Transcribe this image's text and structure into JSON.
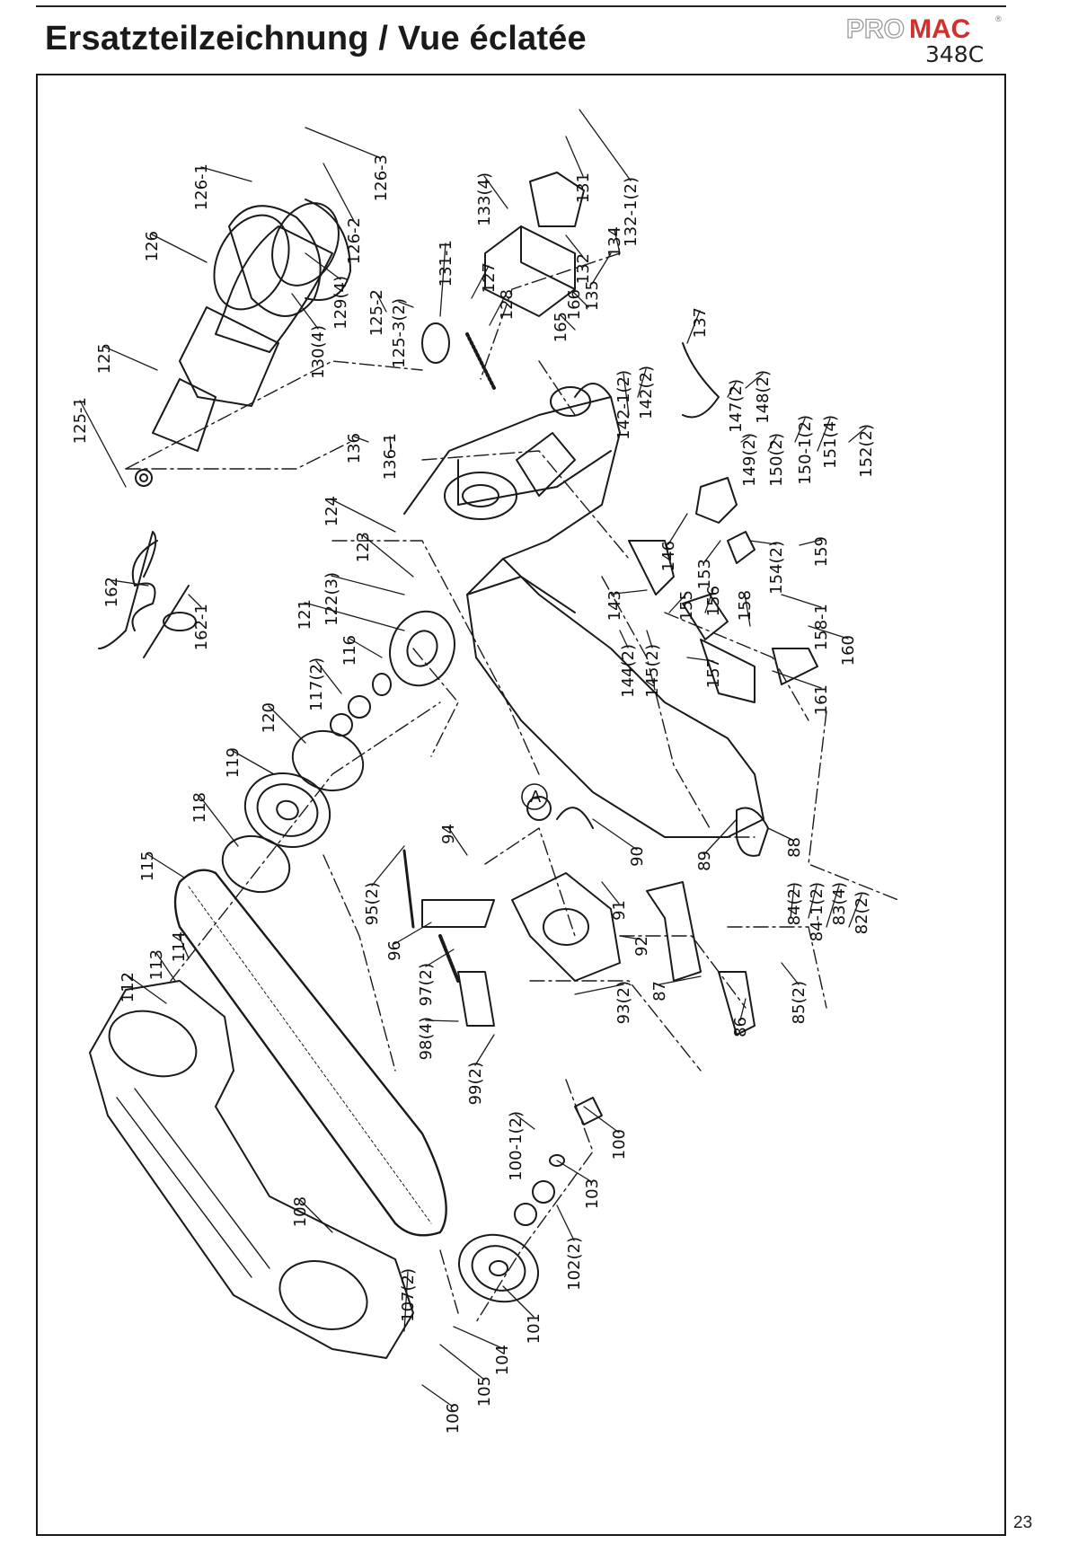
{
  "page": {
    "title": "Ersatzteilzeichnung / Vue éclatée",
    "brand": {
      "part1": "PRO",
      "part2": "MAC",
      "registered": "®",
      "color_accent": "#d0312d"
    },
    "model": "348C",
    "page_number": "23"
  },
  "parts": [
    {
      "id": "125-1",
      "label": "125-1"
    },
    {
      "id": "125",
      "label": "125"
    },
    {
      "id": "126",
      "label": "126"
    },
    {
      "id": "126-1",
      "label": "126-1"
    },
    {
      "id": "126-2",
      "label": "126-2"
    },
    {
      "id": "126-3",
      "label": "126-3"
    },
    {
      "id": "129",
      "label": "129(4)"
    },
    {
      "id": "130",
      "label": "130(4)"
    },
    {
      "id": "125-2",
      "label": "125-2"
    },
    {
      "id": "125-3",
      "label": "125-3(2)"
    },
    {
      "id": "131-1",
      "label": "131-1"
    },
    {
      "id": "127",
      "label": "127"
    },
    {
      "id": "128",
      "label": "128"
    },
    {
      "id": "133",
      "label": "133(4)"
    },
    {
      "id": "131",
      "label": "131"
    },
    {
      "id": "132-1",
      "label": "132-1(2)"
    },
    {
      "id": "132",
      "label": "132"
    },
    {
      "id": "134",
      "label": "134"
    },
    {
      "id": "135",
      "label": "135"
    },
    {
      "id": "166",
      "label": "166"
    },
    {
      "id": "165",
      "label": "165"
    },
    {
      "id": "142-1",
      "label": "142-1(2)"
    },
    {
      "id": "142",
      "label": "142(2)"
    },
    {
      "id": "137",
      "label": "137"
    },
    {
      "id": "147",
      "label": "147(2)"
    },
    {
      "id": "148",
      "label": "148(2)"
    },
    {
      "id": "149",
      "label": "149(2)"
    },
    {
      "id": "150",
      "label": "150(2)"
    },
    {
      "id": "150-1",
      "label": "150-1(2)"
    },
    {
      "id": "151",
      "label": "151(4)"
    },
    {
      "id": "152",
      "label": "152(2)"
    },
    {
      "id": "136",
      "label": "136"
    },
    {
      "id": "136-1",
      "label": "136-1"
    },
    {
      "id": "124",
      "label": "124"
    },
    {
      "id": "146",
      "label": "146"
    },
    {
      "id": "153",
      "label": "153"
    },
    {
      "id": "154",
      "label": "154(2)"
    },
    {
      "id": "162",
      "label": "162"
    },
    {
      "id": "162-1",
      "label": "162-1"
    },
    {
      "id": "123",
      "label": "123"
    },
    {
      "id": "122",
      "label": "122(3)"
    },
    {
      "id": "121",
      "label": "121"
    },
    {
      "id": "116",
      "label": "116"
    },
    {
      "id": "117",
      "label": "117(2)"
    },
    {
      "id": "143",
      "label": "143"
    },
    {
      "id": "155",
      "label": "155"
    },
    {
      "id": "156",
      "label": "156"
    },
    {
      "id": "158",
      "label": "158"
    },
    {
      "id": "159",
      "label": "159"
    },
    {
      "id": "158-1",
      "label": "158-1"
    },
    {
      "id": "144",
      "label": "144(2)"
    },
    {
      "id": "145",
      "label": "145(2)"
    },
    {
      "id": "157",
      "label": "157"
    },
    {
      "id": "160",
      "label": "160"
    },
    {
      "id": "161",
      "label": "161"
    },
    {
      "id": "120",
      "label": "120"
    },
    {
      "id": "119",
      "label": "119"
    },
    {
      "id": "A",
      "label": "A"
    },
    {
      "id": "118",
      "label": "118"
    },
    {
      "id": "115",
      "label": "115"
    },
    {
      "id": "94",
      "label": "94"
    },
    {
      "id": "95",
      "label": "95(2)"
    },
    {
      "id": "90",
      "label": "90"
    },
    {
      "id": "89",
      "label": "89"
    },
    {
      "id": "88",
      "label": "88"
    },
    {
      "id": "91",
      "label": "91"
    },
    {
      "id": "84",
      "label": "84(2)"
    },
    {
      "id": "84-1",
      "label": "84-1(2)"
    },
    {
      "id": "83",
      "label": "83(4)"
    },
    {
      "id": "82",
      "label": "82(2)"
    },
    {
      "id": "96",
      "label": "96"
    },
    {
      "id": "97",
      "label": "97(2)"
    },
    {
      "id": "92",
      "label": "92"
    },
    {
      "id": "114",
      "label": "114"
    },
    {
      "id": "113",
      "label": "113"
    },
    {
      "id": "112",
      "label": "112"
    },
    {
      "id": "98",
      "label": "98(4)"
    },
    {
      "id": "93",
      "label": "93(2)"
    },
    {
      "id": "87",
      "label": "87"
    },
    {
      "id": "85",
      "label": "85(2)"
    },
    {
      "id": "86",
      "label": "86"
    },
    {
      "id": "99",
      "label": "99(2)"
    },
    {
      "id": "100-1",
      "label": "100-1(2)"
    },
    {
      "id": "100",
      "label": "100"
    },
    {
      "id": "103",
      "label": "103"
    },
    {
      "id": "102",
      "label": "102(2)"
    },
    {
      "id": "108",
      "label": "108"
    },
    {
      "id": "107",
      "label": "107(2)"
    },
    {
      "id": "101",
      "label": "101"
    },
    {
      "id": "104",
      "label": "104"
    },
    {
      "id": "105",
      "label": "105"
    },
    {
      "id": "106",
      "label": "106"
    }
  ]
}
